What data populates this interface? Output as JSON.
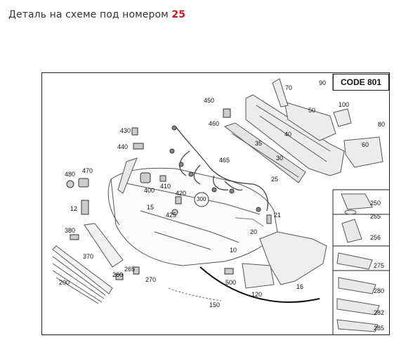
{
  "heading": {
    "prefix": "Деталь на схеме под номером",
    "number": "25",
    "number_color": "#d0161c"
  },
  "diagram": {
    "code_label": "CODE 801",
    "part_numbers": [
      "70",
      "90",
      "100",
      "80",
      "50",
      "40",
      "60",
      "450",
      "460",
      "430",
      "440",
      "35",
      "30",
      "25",
      "465",
      "480",
      "470",
      "400",
      "410",
      "420",
      "300",
      "12",
      "15",
      "425",
      "21",
      "20",
      "380",
      "10",
      "16",
      "370",
      "260",
      "265",
      "270",
      "200",
      "500",
      "120",
      "150",
      "250",
      "255",
      "256",
      "275",
      "280",
      "282",
      "285"
    ]
  }
}
